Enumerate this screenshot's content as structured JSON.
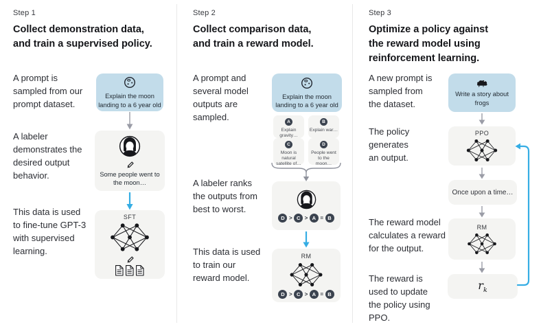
{
  "colors": {
    "prompt_box_bg": "#c2dcea",
    "model_box_bg": "#f4f4f2",
    "badge_bg": "#3b434f",
    "arrow_gray": "#9a9ca6",
    "arrow_blue": "#35ade4",
    "divider": "#e8e8e8",
    "heading_text": "#141519",
    "body_text": "#2b2d33"
  },
  "columns": [
    {
      "step": "Step 1",
      "title_lines": [
        "Collect demonstration data,",
        "and train a supervised policy."
      ],
      "paragraphs": [
        "A prompt is sampled from our prompt dataset.",
        "A labeler demonstrates the desired output behavior.",
        "This data is used to fine-tune GPT-3 with supervised learning."
      ],
      "prompt_box": {
        "icon": "moon-icon",
        "text": "Explain the moon landing to a 6 year old"
      },
      "labeler_box": {
        "icon": "labeler-icon",
        "pencil_icon": "pencil-icon",
        "text": "Some people went to the moon…"
      },
      "model_box": {
        "label": "SFT",
        "network_icon": "network-icon",
        "pencil_icon": "pencil-icon",
        "documents_icon": "documents-icon"
      }
    },
    {
      "step": "Step 2",
      "title_lines": [
        "Collect comparison data,",
        "and train a reward model."
      ],
      "paragraphs": [
        "A prompt and several model outputs are sampled.",
        "A labeler ranks the outputs from best to worst.",
        "This data is used to train our reward model."
      ],
      "prompt_box": {
        "icon": "moon-icon",
        "text": "Explain the moon landing to a 6 year old"
      },
      "output_cards": [
        {
          "letter": "A",
          "text": "Explain gravity…"
        },
        {
          "letter": "B",
          "text": "Explain war…"
        },
        {
          "letter": "C",
          "text": "Moon is natural satellite of…"
        },
        {
          "letter": "D",
          "text": "People went to the moon…"
        }
      ],
      "labeler_box": {
        "icon": "labeler-icon"
      },
      "ranking": {
        "items": [
          "D",
          "C",
          "A",
          "B"
        ],
        "separators": [
          ">",
          ">",
          "="
        ]
      },
      "model_box": {
        "label": "RM",
        "network_icon": "network-icon"
      }
    },
    {
      "step": "Step 3",
      "title_lines": [
        "Optimize a policy against",
        "the reward model using",
        "reinforcement learning."
      ],
      "paragraphs": [
        "A new prompt is sampled from the dataset.",
        "The policy generates an output.",
        "The reward model calculates a reward for the output.",
        "The reward is used to update the policy using PPO."
      ],
      "prompt_box": {
        "icon": "frog-icon",
        "text": "Write a story about frogs"
      },
      "policy_box": {
        "label": "PPO",
        "network_icon": "network-icon"
      },
      "output_box": {
        "text": "Once upon a time…"
      },
      "reward_box": {
        "label": "RM",
        "network_icon": "network-icon"
      },
      "reward_value": {
        "base": "r",
        "sub": "k"
      }
    }
  ]
}
